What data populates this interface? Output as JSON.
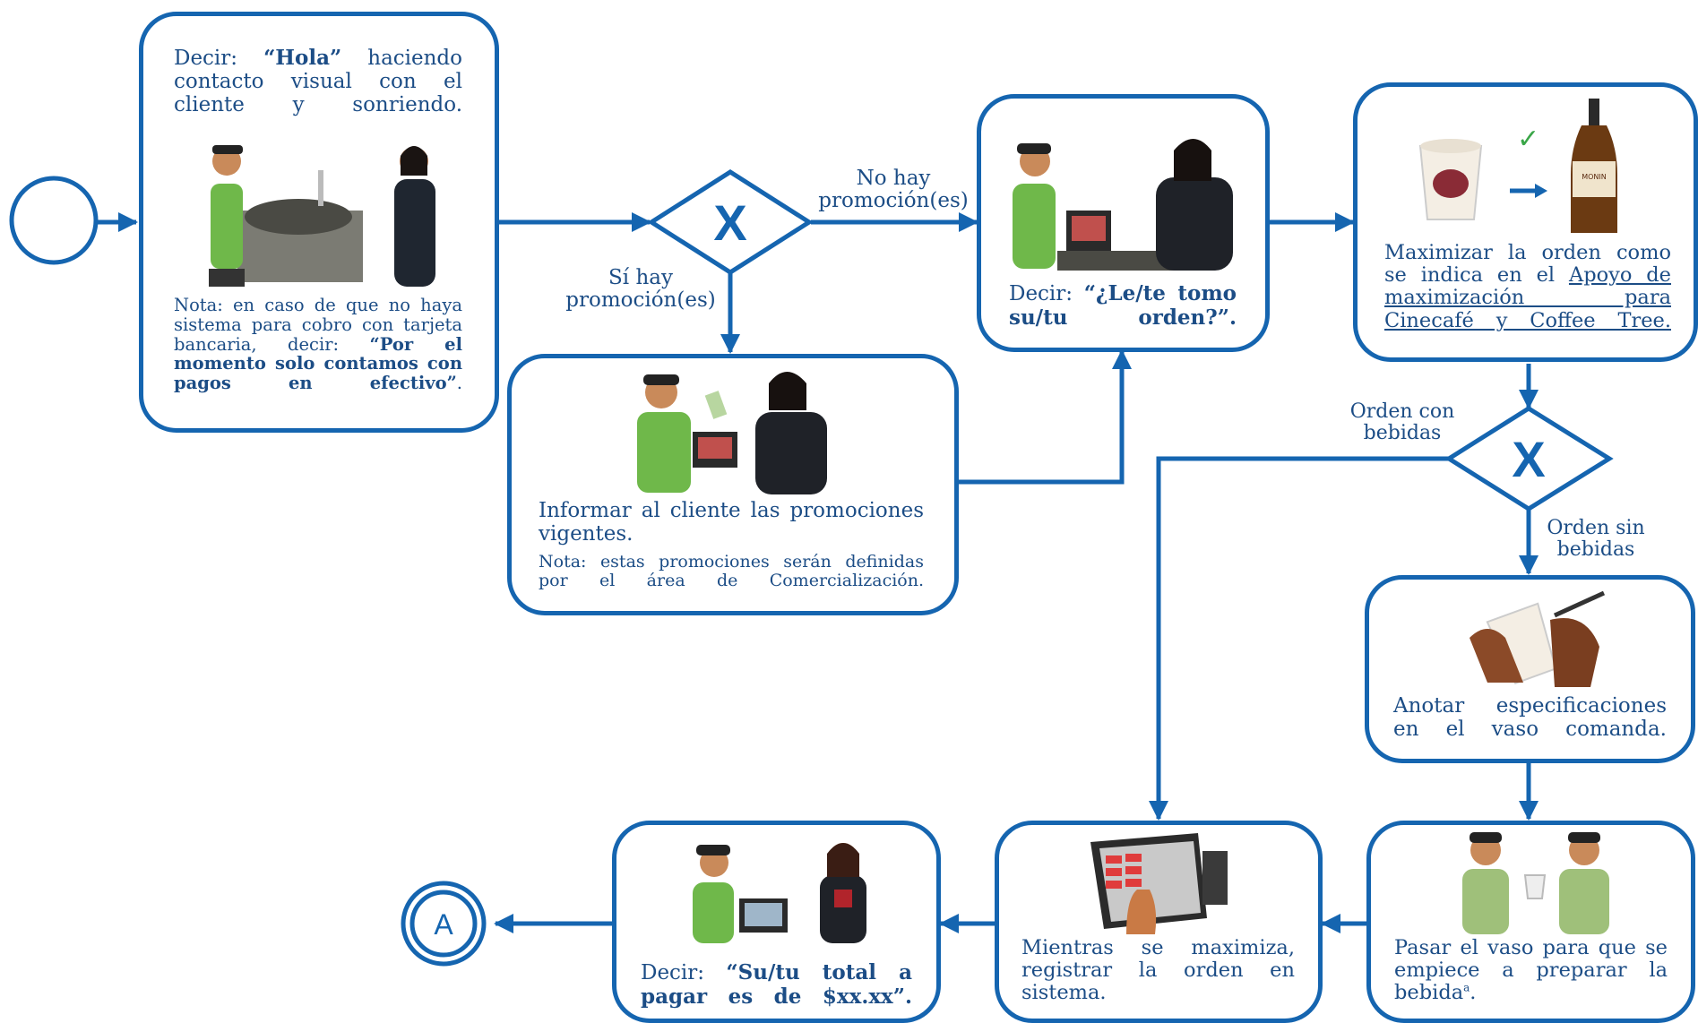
{
  "colors": {
    "line": "#1565b0",
    "text": "#1c4d86",
    "apron": "#6fb84a",
    "skin": "#c98a5a"
  },
  "gateway_symbol": "X",
  "end_connector": "A",
  "step1": {
    "say": "Decir:",
    "hola": "“Hola”",
    "after_hola": "haciendo contacto visual con el cliente y sonriendo.",
    "note": "Nota: en caso de que no haya sistema para cobro con tarjeta bancaria, decir:",
    "note_quote": "“Por el momento solo contamos con pagos en efectivo”",
    "note_end": "."
  },
  "gateway1": {
    "no_promo": "No hay promoción(es)",
    "yes_promo": "Sí hay promoción(es)"
  },
  "step_promo": {
    "text": "Informar al cliente las promociones vigentes.",
    "note": "Nota: estas promociones serán definidas por el área de Comercialización."
  },
  "step_order": {
    "say": "Decir:",
    "quote": "“¿Le/te tomo su/tu orden?”."
  },
  "step_maximize": {
    "text": "Maximizar la orden como se indica en el",
    "link": "Apoyo de maximización para Cinecafé y Coffee Tree."
  },
  "gateway2": {
    "with_drinks": "Orden con bebidas",
    "without_drinks": "Orden sin bebidas"
  },
  "step_annotate": {
    "text": "Anotar especificaciones en el vaso comanda."
  },
  "step_pass": {
    "text": "Pasar el vaso para que se empiece a preparar la bebida",
    "sup": "a",
    "end": "."
  },
  "step_register": {
    "text": "Mientras se maximiza, registrar la orden en sistema."
  },
  "step_total": {
    "say": "Decir:",
    "quote": "“Su/tu total a pagar es de $xx.xx”."
  }
}
